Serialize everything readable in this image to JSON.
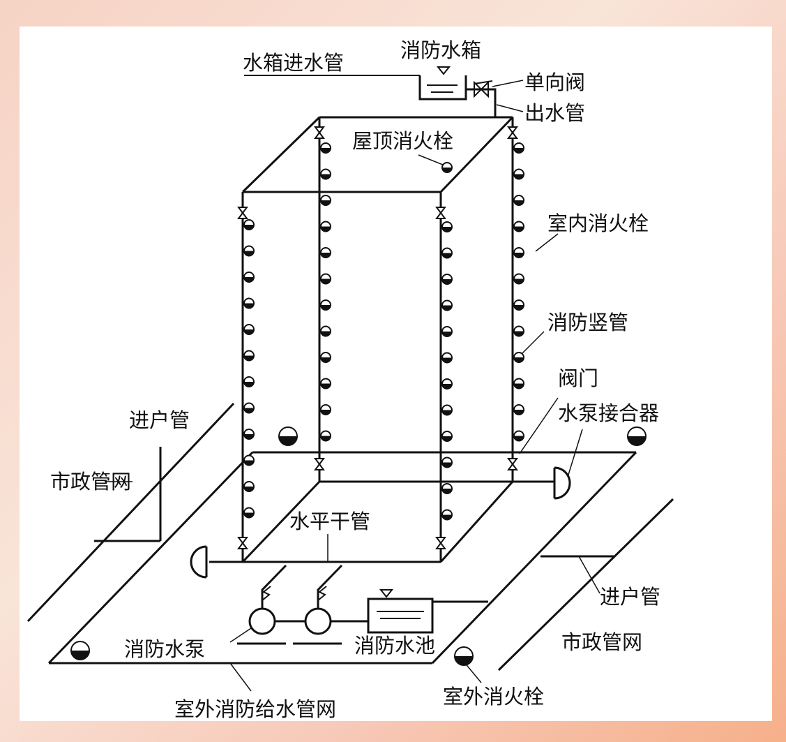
{
  "labels": {
    "tank": "消防水箱",
    "tank_inlet": "水箱进水管",
    "check_valve": "单向阀",
    "outlet_pipe": "出水管",
    "roof_hydrant": "屋顶消火栓",
    "indoor_hydrant": "室内消火栓",
    "riser": "消防竖管",
    "valve": "阀门",
    "pump_adapter": "水泵接合器",
    "service_pipe_left": "进户管",
    "municipal_left": "市政管网",
    "horizontal_main": "水平干管",
    "fire_pump": "消防水泵",
    "fire_pool": "消防水池",
    "service_pipe_right": "进户管",
    "municipal_right": "市政管网",
    "outdoor_hydrant": "室外消火栓",
    "outdoor_network": "室外消防给水管网"
  },
  "colors": {
    "line": "#111111",
    "frame": "#f6d3c4"
  }
}
